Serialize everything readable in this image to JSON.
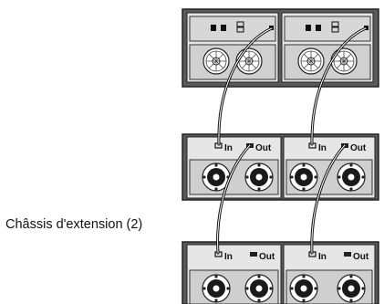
{
  "caption": "Châssis d'extension (2)",
  "ports": {
    "in": "In",
    "out": "Out"
  }
}
